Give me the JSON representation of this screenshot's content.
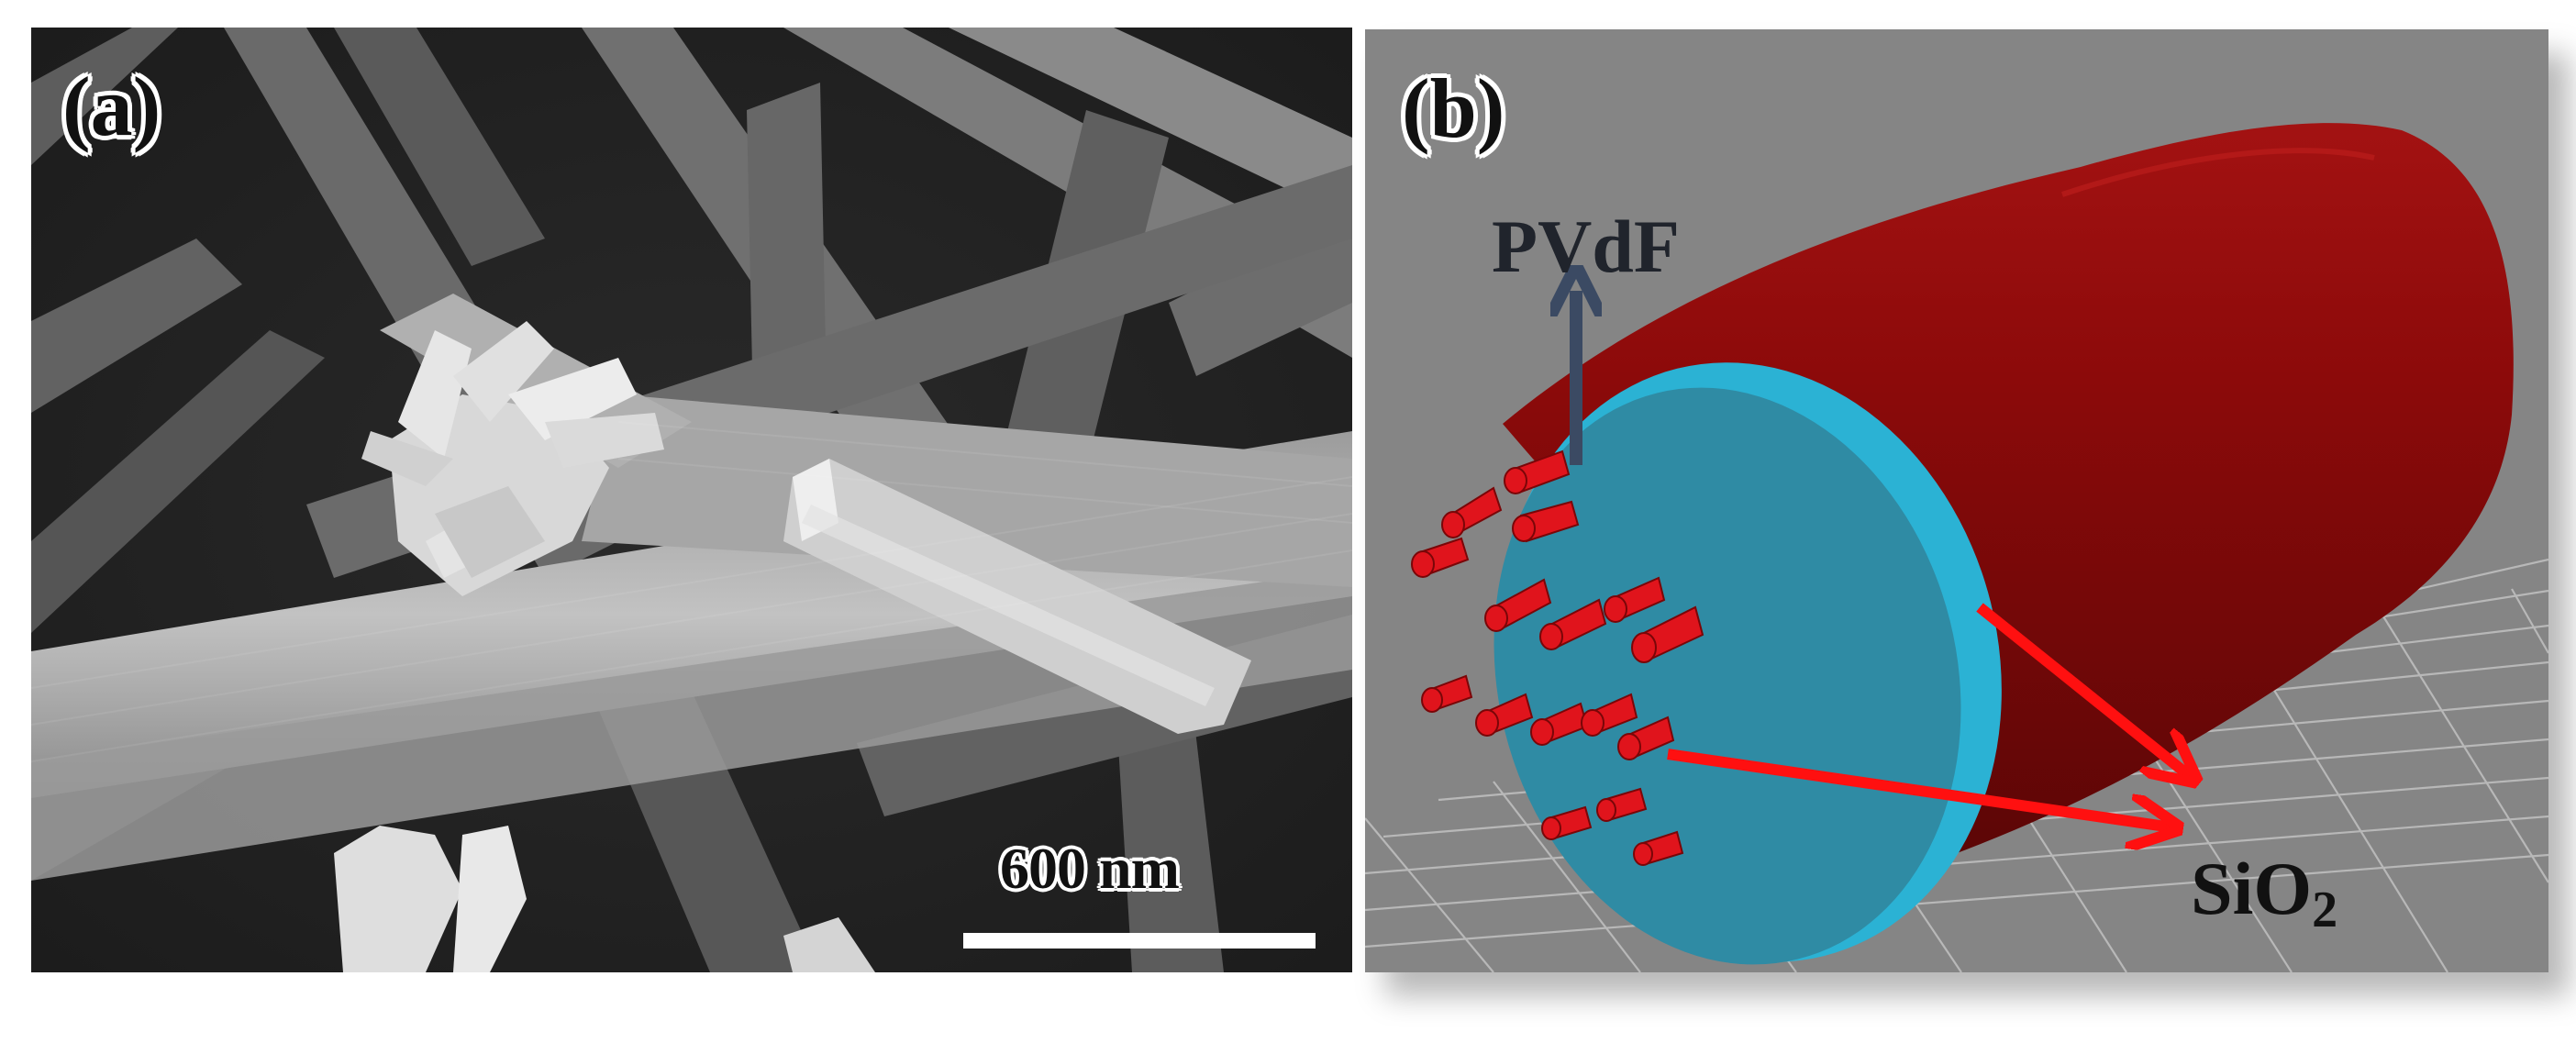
{
  "figure": {
    "panel_a": {
      "label": "(a)",
      "scale_bar_label": "600 nm"
    },
    "panel_b": {
      "label": "(b)",
      "shell_label": "PVdF",
      "core_label_base": "SiO",
      "core_label_subscript": "2"
    }
  },
  "colors": {
    "shell_red": "#8a0a0a",
    "cross_section_cyan": "#22a8cc",
    "cross_section_face": "#2e8aa2",
    "particle_red": "#e0141c",
    "arrow_red": "#ff1010",
    "arrow_dark": "#3b4a63",
    "panel_b_background": "#858585",
    "sem_background": "#3a3a3a"
  }
}
